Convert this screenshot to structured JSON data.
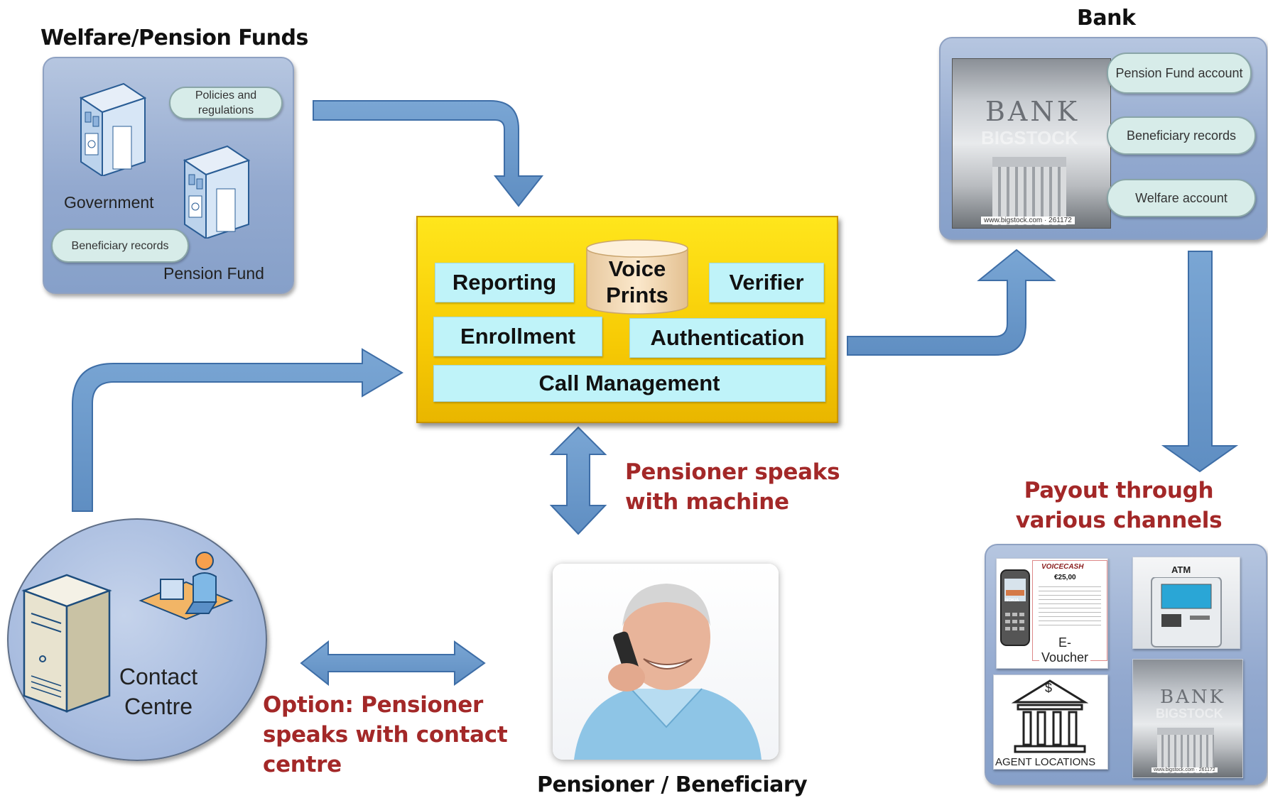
{
  "welfare": {
    "heading": "Welfare/Pension Funds",
    "policies": "Policies and regulations",
    "government": "Government",
    "beneficiary_records": "Beneficiary records",
    "pension_fund": "Pension Fund"
  },
  "bank": {
    "heading": "Bank",
    "pension_fund_account": "Pension Fund account",
    "beneficiary_records": "Beneficiary records",
    "welfare_account": "Welfare account",
    "image_sign": "BANK",
    "watermark": "BIGSTOCK",
    "credit": "www.bigstock.com · 261172"
  },
  "core": {
    "voice_prints": "Voice Prints",
    "reporting": "Reporting",
    "verifier": "Verifier",
    "enrollment": "Enrollment",
    "authentication": "Authentication",
    "call_management": "Call Management"
  },
  "labels": {
    "pensioner_machine": "Pensioner speaks with machine",
    "payout": "Payout through various channels",
    "option_contact": "Option: Pensioner speaks with contact centre",
    "pensioner_beneficiary": "Pensioner / Beneficiary"
  },
  "contact_centre": {
    "label": "Contact Centre"
  },
  "payout_channels": {
    "voucher_brand": "VOICECASH",
    "voucher_amount": "€25,00",
    "phone_brand": "NOKIA",
    "e_voucher": "E-Voucher",
    "atm": "ATM",
    "agent_locations": "AGENT LOCATIONS",
    "dollar": "$",
    "bank_sign": "BANK",
    "watermark": "BIGSTOCK",
    "credit": "www.bigstock.com · 261172"
  },
  "colors": {
    "arrow": "#6a98c9",
    "arrow_edge": "#3c6da6",
    "core": "#f7cb05",
    "module": "#bff3f9",
    "red_label": "#a32828"
  },
  "icons": [
    "building-icon",
    "server-icon",
    "agent-icon",
    "database-icon",
    "phone-icon",
    "atm-icon",
    "bank-icon"
  ]
}
